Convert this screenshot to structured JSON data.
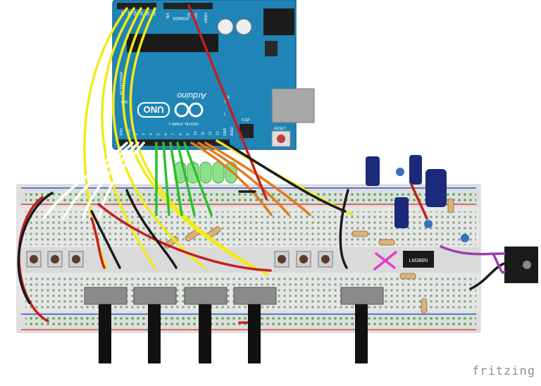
{
  "arduino": {
    "brand": "Arduino",
    "model": "UNO",
    "on_label": "ON",
    "tx_label": "TX",
    "rx_label": "RX",
    "l_label": "L",
    "power_header": "POWER",
    "analog_header": "ANALOG IN",
    "digital_header": "DIGITAL (PWM~)",
    "reset_label": "RESET",
    "icsp_label": "ICSP",
    "aref_label": "AREF",
    "gnd_label": "GND",
    "ioref_label": "IOREF",
    "vin_label": "VIN",
    "v5_label": "5V",
    "v33_label": "3V3",
    "analog_pins": [
      "A5",
      "A4",
      "A3",
      "A2",
      "A1",
      "A0"
    ],
    "digital_pins": [
      "RX0",
      "TX1",
      "2",
      "3",
      "4",
      "5",
      "6",
      "7",
      "8",
      "9",
      "10",
      "11",
      "12",
      "13"
    ]
  },
  "amplifier_ic": "LM386N",
  "watermark": "fritzing",
  "colors": {
    "board": "#1f84b6",
    "breadboard": "#e6e6e6",
    "rail_red": "#d8413a",
    "rail_blue": "#3556c9",
    "wire_yellow": "#f2ea16",
    "wire_white": "#ffffff",
    "wire_black": "#1a1a1a",
    "wire_red": "#c41f1f",
    "wire_green": "#2cbf2c",
    "wire_orange": "#e37a1d",
    "wire_purple": "#9a3fb0",
    "wire_magenta": "#e53ad0"
  }
}
